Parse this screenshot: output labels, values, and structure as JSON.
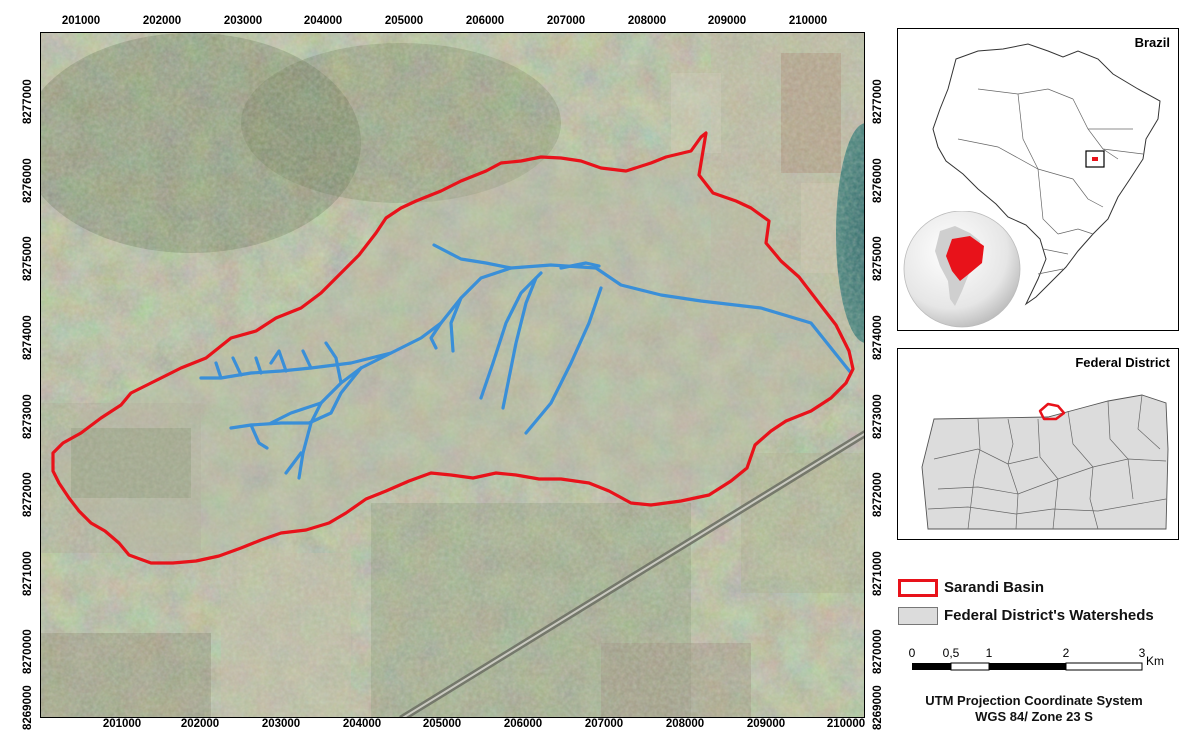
{
  "map": {
    "top_ticks": [
      "201000",
      "202000",
      "203000",
      "204000",
      "205000",
      "206000",
      "207000",
      "208000",
      "209000",
      "210000"
    ],
    "bottom_ticks": [
      "201000",
      "202000",
      "203000",
      "204000",
      "205000",
      "206000",
      "207000",
      "208000",
      "209000",
      "210000"
    ],
    "left_ticks": [
      "8277000",
      "8276000",
      "8275000",
      "8274000",
      "8273000",
      "8272000",
      "8271000",
      "8270000",
      "8269000"
    ],
    "right_ticks": [
      "8277000",
      "8276000",
      "8275000",
      "8274000",
      "8273000",
      "8272000",
      "8271000",
      "8270000",
      "8269000"
    ]
  },
  "inset_brazil": {
    "title": "Brazil"
  },
  "inset_df": {
    "title": "Federal District"
  },
  "legend": {
    "basin_label": "Sarandi Basin",
    "watersheds_label": "Federal District's Watersheds",
    "basin_color": "#e8121a",
    "watersheds_color": "#dcdcdc"
  },
  "scale": {
    "labels": [
      "0",
      "0,5",
      "1",
      "2",
      "3"
    ],
    "unit": "Km"
  },
  "projection": {
    "line1": "UTM Projection Coordinate System",
    "line2": "WGS 84/ Zone 23 S"
  },
  "colors": {
    "stream": "#3a8fd8",
    "boundary": "#e8121a"
  }
}
